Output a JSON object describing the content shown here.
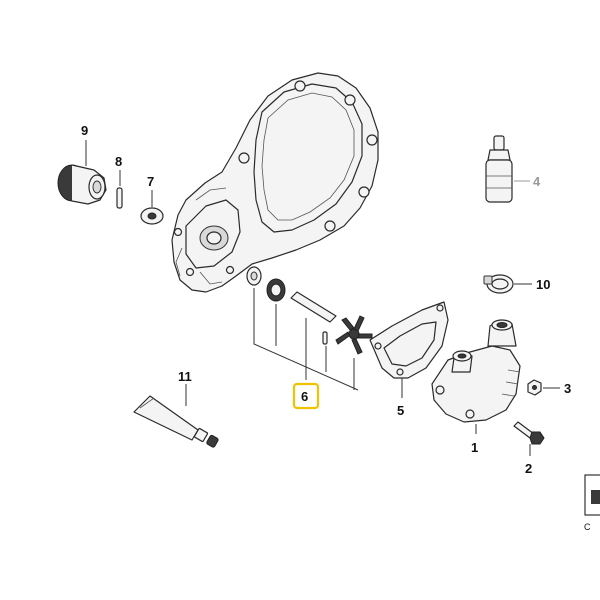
{
  "callouts": {
    "c1": "1",
    "c2": "2",
    "c3": "3",
    "c4": "4",
    "c5": "5",
    "c6": "6",
    "c7": "7",
    "c8": "8",
    "c9": "9",
    "c10": "10",
    "c11": "11"
  },
  "highlight": {
    "selected_callout": "6",
    "color": "#f2c200"
  },
  "colors": {
    "line": "#2b2b2b",
    "grey_callout": "#9a9a9a"
  },
  "corner_fragment_text": "C"
}
